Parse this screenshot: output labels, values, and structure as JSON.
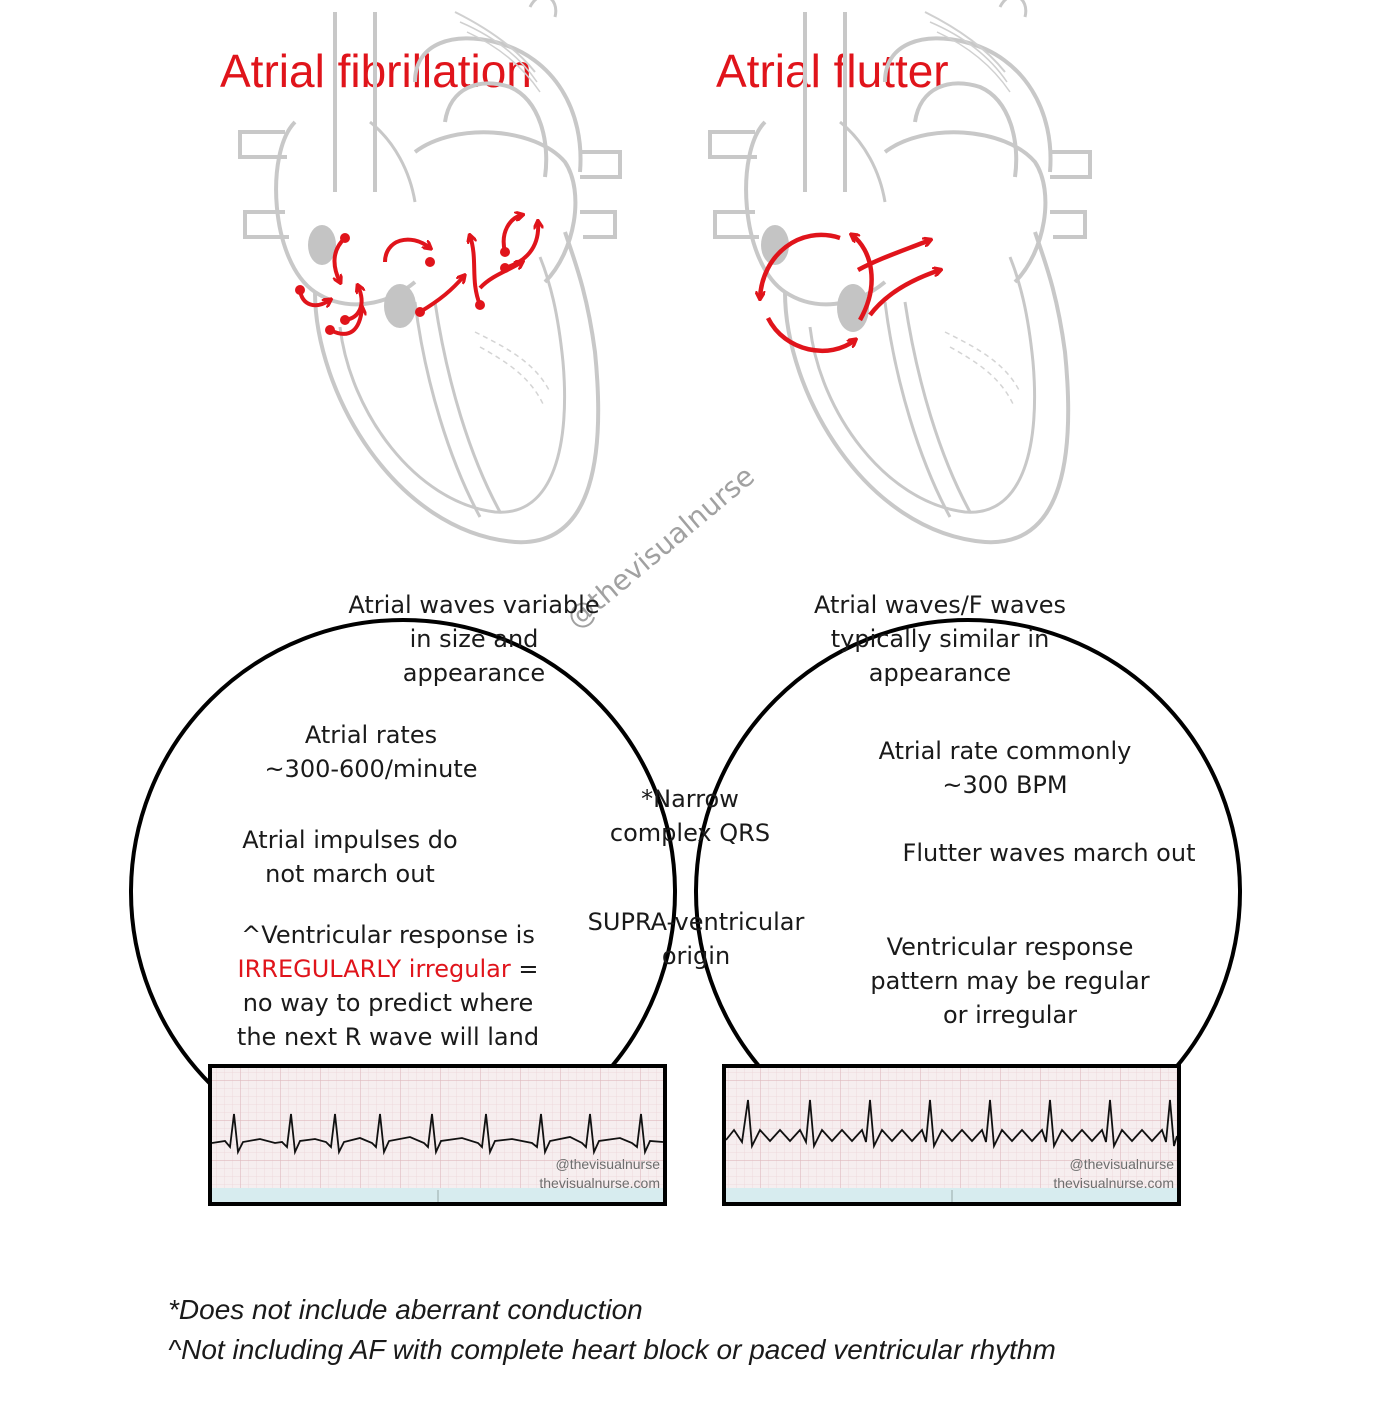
{
  "titles": {
    "left": "Atrial fibrillation",
    "right": "Atrial flutter"
  },
  "watermark": "@thevisualnurse",
  "left_only": {
    "waves": [
      "Atrial waves variable",
      "in size and",
      "appearance"
    ],
    "rates": [
      "Atrial rates",
      "~300-600/minute"
    ],
    "impulses": [
      "Atrial impulses do",
      "not march out"
    ],
    "response_line1": "^Ventricular response is",
    "response_highlight": "IRREGULARLY irregular",
    "response_highlight_suffix": " =",
    "response_rest": [
      "no way to predict where",
      "the next R wave will land"
    ]
  },
  "overlap": {
    "qrs": [
      "*Narrow",
      "complex QRS"
    ],
    "origin": [
      "SUPRA-ventricular",
      "origin"
    ]
  },
  "right_only": {
    "waves": [
      "Atrial waves/F waves",
      "typically similar in",
      "appearance"
    ],
    "rate": [
      "Atrial rate commonly",
      "~300 BPM"
    ],
    "march": "Flutter waves march out",
    "response": [
      "Ventricular response",
      "pattern may be regular",
      "or irregular"
    ]
  },
  "ecg_strips": {
    "handle": "@thevisualnurse",
    "site": "thevisualnurse.com"
  },
  "footnotes": [
    "*Does not include aberrant conduction",
    "^Not including AF with complete heart block or paced ventricular rhythm"
  ],
  "colors": {
    "accent": "#e0141b",
    "heart_outline": "#c8c8c8",
    "node_fill": "#c4c4c4",
    "ecg_grid": "#e6c9cc",
    "ecg_bg": "#f4eced"
  }
}
